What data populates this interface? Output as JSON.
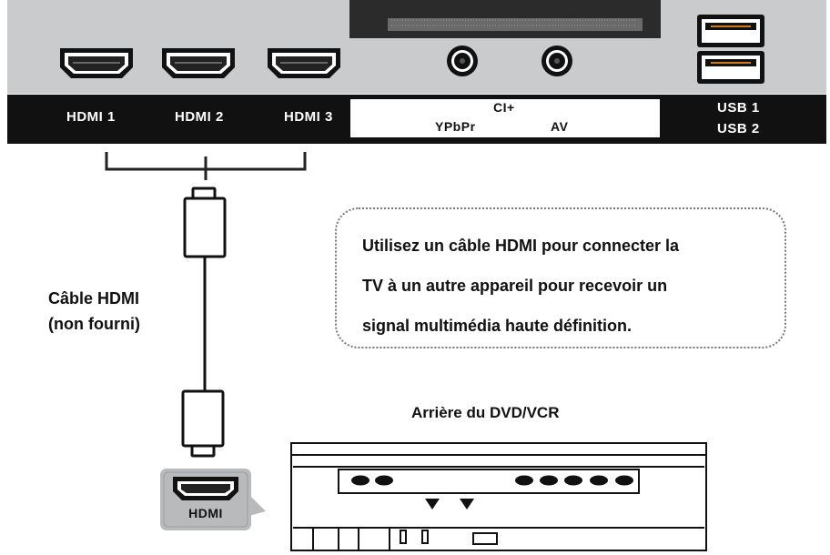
{
  "tv_panel": {
    "ports": {
      "hdmi1": "HDMI 1",
      "hdmi2": "HDMI 2",
      "hdmi3": "HDMI 3",
      "ci": "CI+",
      "ypbpr": "YPbPr",
      "av": "AV",
      "usb1": "USB 1",
      "usb2": "USB 2"
    }
  },
  "cable": {
    "label_line1": "Câble HDMI",
    "label_line2": "(non fourni)"
  },
  "note": {
    "line1": "Utilisez un câble HDMI pour connecter la",
    "line2": "TV à un autre appareil pour recevoir un",
    "line3": "signal multimédia haute définition."
  },
  "device": {
    "title": "Arrière du DVD/VCR",
    "hdmi_label": "HDMI"
  },
  "colors": {
    "panel": "#c9cbcd",
    "bar": "#111111",
    "callout": "#b8babc"
  }
}
